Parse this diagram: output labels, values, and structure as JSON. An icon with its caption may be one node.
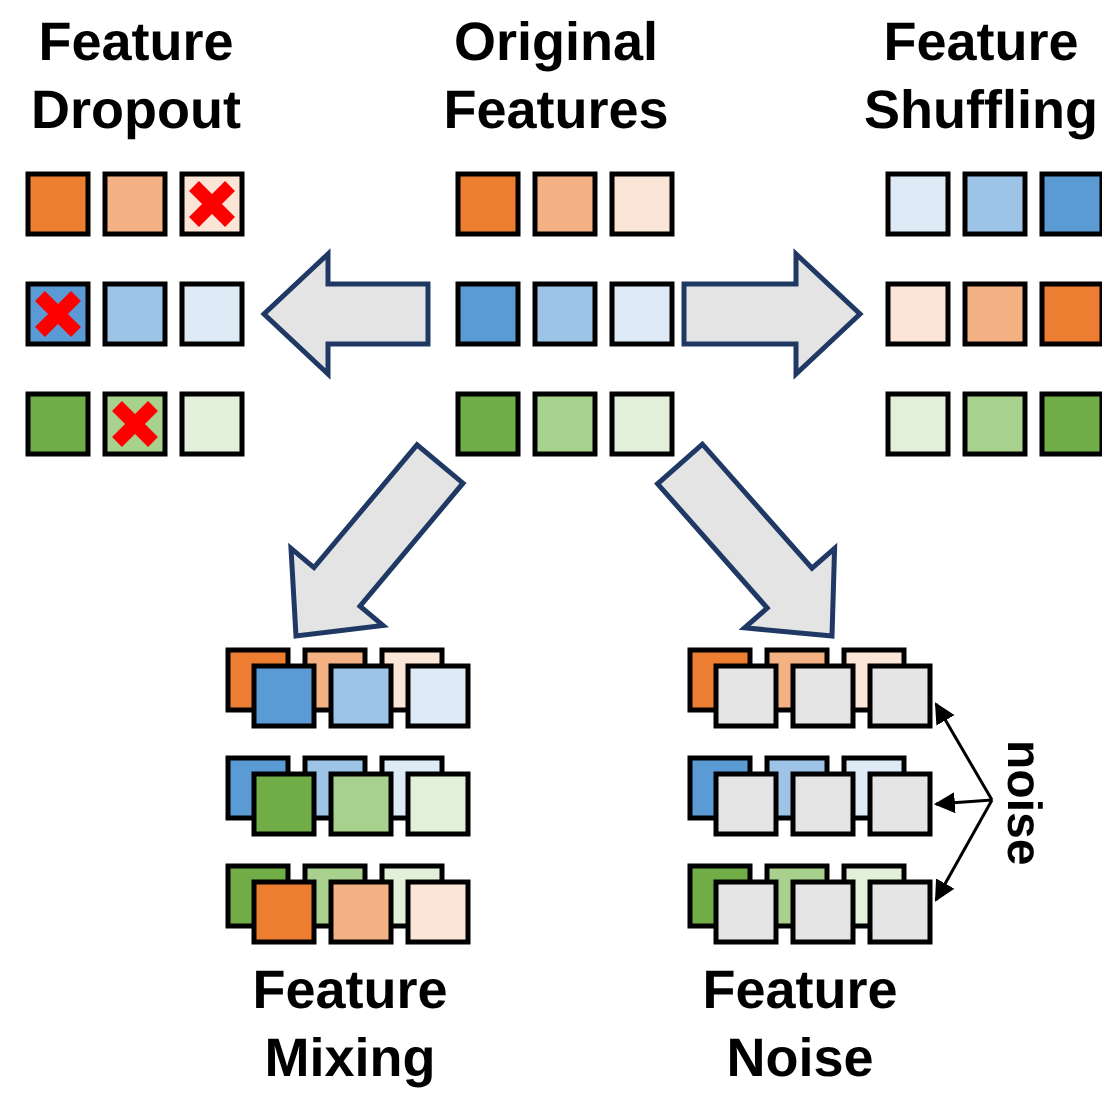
{
  "diagram": {
    "nodes": [
      {
        "text": [
          "Feature Dropout"
        ]
      },
      {
        "text": [
          "Original Features"
        ]
      },
      {
        "text": [
          "Feature Shuffling"
        ]
      },
      {
        "text": [
          "Feature Mixing"
        ]
      },
      {
        "text": [
          "Feature Noise"
        ]
      },
      {
        "text": [
          "noise"
        ]
      }
    ],
    "edges": [
      {
        "from": 1,
        "to": 0,
        "arrow": "to",
        "style": "thick"
      },
      {
        "from": 1,
        "to": 2,
        "arrow": "to",
        "style": "thick"
      },
      {
        "from": 1,
        "to": 3,
        "arrow": "to",
        "style": "thick"
      },
      {
        "from": 1,
        "to": 4,
        "arrow": "to",
        "style": "thick"
      },
      {
        "from": 5,
        "to": 4,
        "arrow": "to"
      },
      {
        "from": 5,
        "to": 4,
        "arrow": "to"
      },
      {
        "from": 5,
        "to": 4,
        "arrow": "to"
      }
    ]
  }
}
